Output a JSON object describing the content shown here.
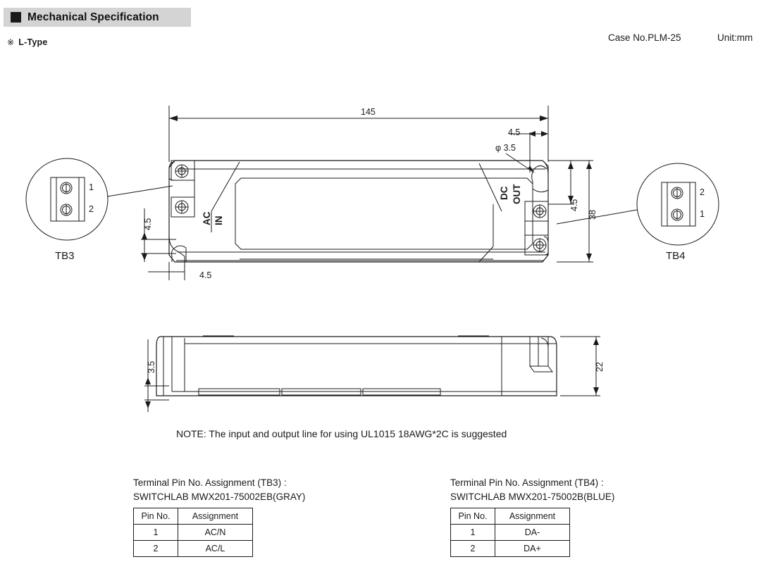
{
  "header": {
    "title": "Mechanical Specification",
    "subtitle_mark": "※",
    "subtitle": "L-Type",
    "case_no": "Case No.PLM-25",
    "unit": "Unit:mm"
  },
  "drawing": {
    "top_view": {
      "length": "145",
      "width": "38",
      "hole_offset_left_h": "4.5",
      "hole_offset_left_v": "4.5",
      "hole_offset_right_h": "4.5",
      "hole_offset_right_v": "4.5",
      "hole_diameter": "φ 3.5",
      "ac_label_line1": "AC",
      "ac_label_line2": "IN",
      "dc_label_line1": "DC",
      "dc_label_line2": "OUT"
    },
    "side_view": {
      "height_left": "3.5",
      "height_right": "22"
    },
    "detail_tb3": {
      "label": "TB3",
      "pin_top": "1",
      "pin_bottom": "2"
    },
    "detail_tb4": {
      "label": "TB4",
      "pin_top": "2",
      "pin_bottom": "1"
    }
  },
  "note": "NOTE: The input and output line for using UL1015 18AWG*2C is suggested",
  "tables": [
    {
      "caption_line1": "Terminal Pin No.  Assignment (TB3) :",
      "caption_line2": "SWITCHLAB MWX201-75002EB(GRAY)",
      "columns": [
        "Pin No.",
        "Assignment"
      ],
      "rows": [
        [
          "1",
          "AC/N"
        ],
        [
          "2",
          "AC/L"
        ]
      ]
    },
    {
      "caption_line1": "Terminal Pin No.  Assignment (TB4) :",
      "caption_line2": "SWITCHLAB MWX201-75002B(BLUE)",
      "columns": [
        "Pin No.",
        "Assignment"
      ],
      "rows": [
        [
          "1",
          "DA-"
        ],
        [
          "2",
          "DA+"
        ]
      ]
    }
  ]
}
